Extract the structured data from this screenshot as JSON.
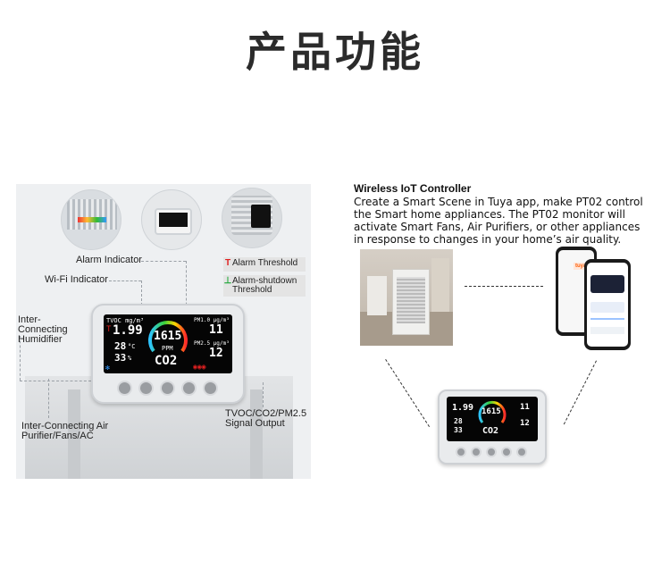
{
  "page": {
    "title": "产品功能"
  },
  "left_panel": {
    "labels": {
      "alarm_indicator": "Alarm Indicator",
      "wifi_indicator": "Wi-Fi Indicator",
      "inter_connecting_humidifier": "Inter-Connecting Humidifier",
      "inter_connecting_purifier": "Inter-Connecting Air Purifier/Fans/AC",
      "signal_output": "TVOC/CO2/PM2.5 Signal Output"
    },
    "threshold_legend": {
      "alarm_threshold": "Alarm Threshold",
      "alarm_shutdown_threshold": "Alarm-shutdown Threshold"
    },
    "device_screen": {
      "tvoc_label": "TVOC mg/m³",
      "tvoc_value": "1.99",
      "temperature": "28",
      "temp_unit": "°C",
      "humidity": "33",
      "humidity_unit": "%",
      "co2_value": "1615",
      "ppm_label": "PPM",
      "co2_label": "CO2",
      "pm10_label": "PM1.0 μg/m³",
      "pm10_value": "11",
      "pm25_label": "PM2.5 μg/m³",
      "pm25_value": "12"
    }
  },
  "right_panel": {
    "heading": "Wireless IoT Controller",
    "body": "Create a Smart Scene in Tuya app, make PT02 control the Smart home appliances. The PT02 monitor will activate Smart Fans, Air Purifiers, or other appliances in response to changes in your home’s air quality.",
    "phone_brand": "tuya",
    "small_device_screen": {
      "tvoc_value": "1.99",
      "co2_value": "1615",
      "co2_label": "CO2",
      "pm10_value": "11",
      "pm25_value": "12",
      "temperature": "28",
      "humidity": "33"
    }
  },
  "colors": {
    "title": "#2b2b2b",
    "alarm_red": "#e02020",
    "shutdown_green": "#1fa83a",
    "screen_bg": "#050505"
  }
}
